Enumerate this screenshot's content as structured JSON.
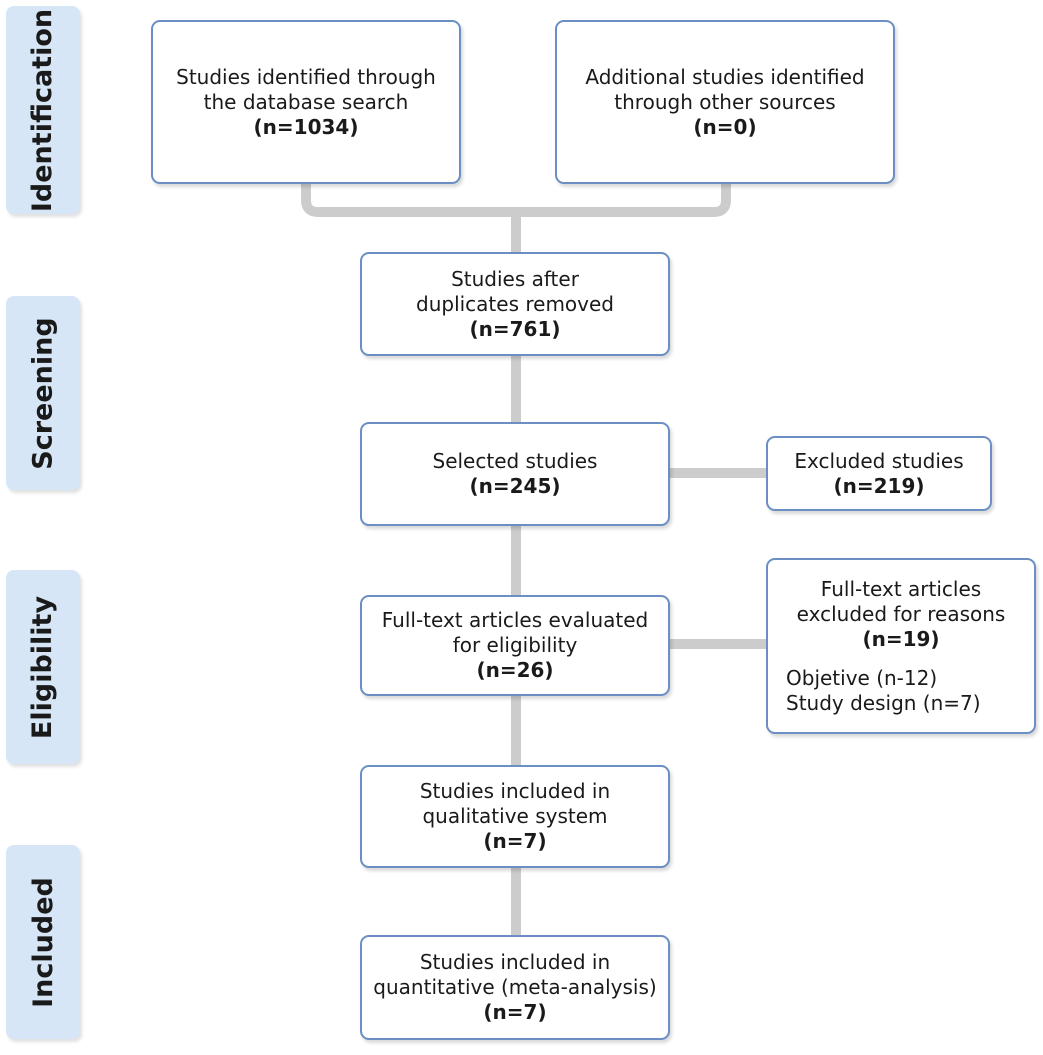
{
  "stages": [
    {
      "id": "identification",
      "label": "Identification"
    },
    {
      "id": "screening",
      "label": "Screening"
    },
    {
      "id": "eligibility",
      "label": "Eligibility"
    },
    {
      "id": "included",
      "label": "Included"
    }
  ],
  "boxes": {
    "database_search": {
      "lines": [
        "Studies identified through",
        "the database search"
      ],
      "count": "(n=1034)"
    },
    "other_sources": {
      "lines": [
        "Additional studies identified",
        "through other sources"
      ],
      "count": "(n=0)"
    },
    "after_duplicates": {
      "lines": [
        "Studies after",
        "duplicates removed"
      ],
      "count": "(n=761)"
    },
    "selected": {
      "lines": [
        "Selected studies"
      ],
      "count": "(n=245)"
    },
    "excluded": {
      "lines": [
        "Excluded studies"
      ],
      "count": "(n=219)"
    },
    "full_text": {
      "lines": [
        "Full-text articles evaluated",
        "for eligibility"
      ],
      "count": "(n=26)"
    },
    "full_text_excluded": {
      "lines": [
        "Full-text articles",
        "excluded for reasons"
      ],
      "count": "(n=19)",
      "reasons": [
        "Objetive (n-12)",
        "Study design (n=7)"
      ]
    },
    "qualitative": {
      "lines": [
        "Studies included in",
        "qualitative system"
      ],
      "count": "(n=7)"
    },
    "quantitative": {
      "lines": [
        "Studies included in",
        "quantitative (meta-analysis)"
      ],
      "count": "(n=7)"
    }
  },
  "colors": {
    "box_border": "#6b8fc4",
    "stage_fill": "#d6e6f6",
    "connector": "#cccccc"
  }
}
